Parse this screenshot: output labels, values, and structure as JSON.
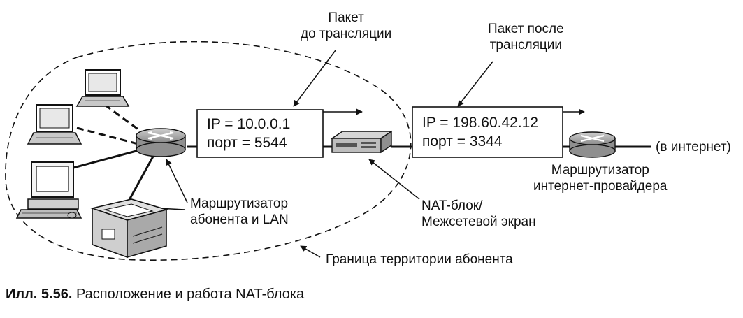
{
  "labels": {
    "packet_before": [
      "Пакет",
      "до трансляции"
    ],
    "packet_after": [
      "Пакет после",
      "трансляции"
    ],
    "ip_before": "IP = 10.0.0.1",
    "port_before": "порт = 5544",
    "ip_after": "IP = 198.60.42.12",
    "port_after": "порт = 3344",
    "internet": "(в интернет)",
    "isp_router": [
      "Маршрутизатор",
      "интернет-провайдера"
    ],
    "subscriber_router": [
      "Маршрутизатор",
      "абонента и LAN"
    ],
    "nat_box": [
      "NAT-блок/",
      "Межсетевой экран"
    ],
    "boundary": "Граница территории абонента"
  },
  "caption": {
    "number": "Илл. 5.56.",
    "text": " Расположение и работа NAT-блока"
  },
  "colors": {
    "line": "#111111",
    "device_fill": "#bdbdbd",
    "router_fill": "#9a9a9a"
  }
}
